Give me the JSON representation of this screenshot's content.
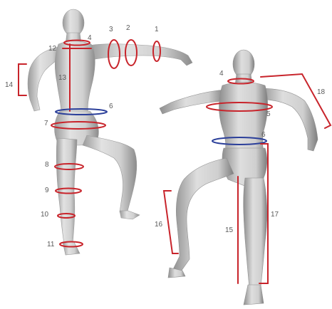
{
  "figure": {
    "colors": {
      "background": "#ffffff",
      "body_light": "#e9e9e9",
      "body_mid": "#bdbdbd",
      "body_dark": "#8a8a8a",
      "measure_red": "#c8242b",
      "measure_blue": "#2b3f9a",
      "label_gray": "#5a5a5a"
    },
    "measurement_labels": {
      "m1": "1",
      "m2": "2",
      "m3": "3",
      "m4_back": "4",
      "m4_front": "4",
      "m5": "5",
      "m6_back": "6",
      "m6_front": "6",
      "m7": "7",
      "m8": "8",
      "m9": "9",
      "m10": "10",
      "m11": "11",
      "m12": "12",
      "m13": "13",
      "m14": "14",
      "m15": "15",
      "m16": "16",
      "m17": "17",
      "m18": "18"
    }
  }
}
